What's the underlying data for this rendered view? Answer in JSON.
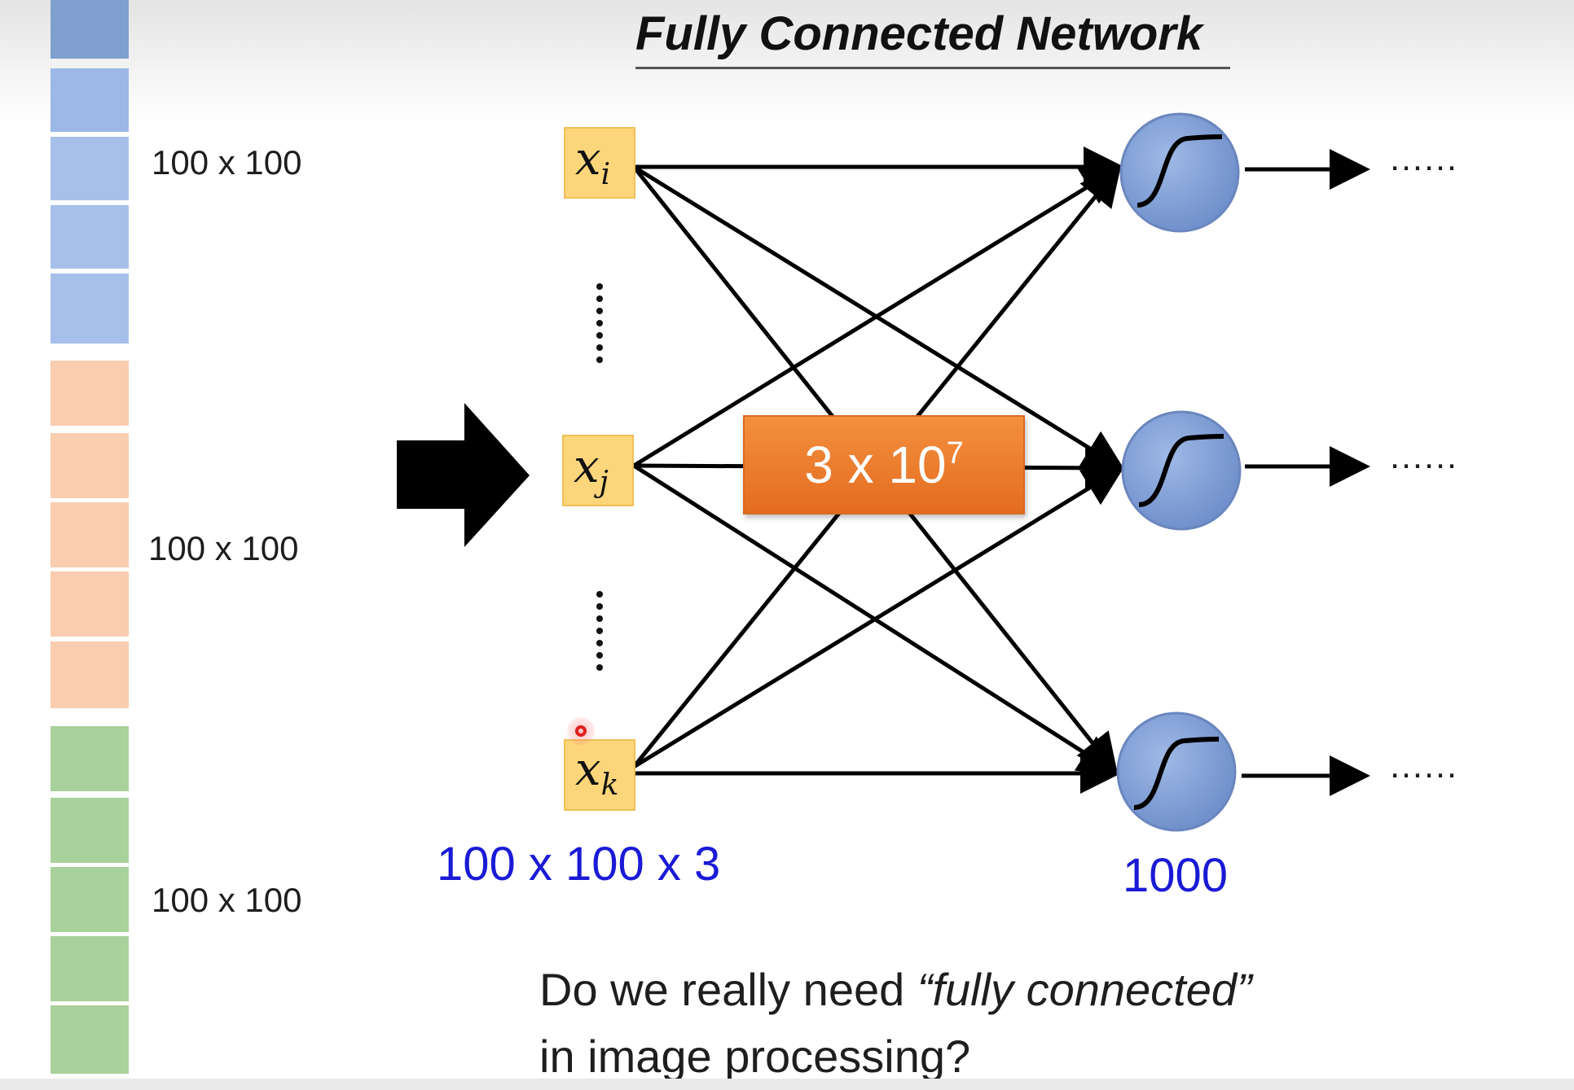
{
  "title": "Fully Connected Network",
  "left_column": {
    "segments": [
      {
        "channel": "blue",
        "label": "100 x 100",
        "color": "#9bb8e6"
      },
      {
        "channel": "orange",
        "label": "100 x 100",
        "color": "#f9cdb0"
      },
      {
        "channel": "green",
        "label": "100 x 100",
        "color": "#a9d19b"
      }
    ]
  },
  "inputs": {
    "items": [
      {
        "name": "x",
        "sub": "i"
      },
      {
        "name": "x",
        "sub": "j"
      },
      {
        "name": "x",
        "sub": "k"
      }
    ],
    "count": "100 x 100 x 3",
    "box_color": "#fdd67b"
  },
  "weights": {
    "base": "3 x 10",
    "exponent": "7",
    "color": "#ef7d2d"
  },
  "neurons": {
    "count": "1000",
    "color": "#7f9fd8",
    "continuation": "……"
  },
  "question": {
    "prefix": "Do we really need ",
    "emphasis": "“fully connected”",
    "line2": "in image processing?"
  },
  "colors": {
    "count_text": "#1a1ad6",
    "edges": "#000000"
  }
}
